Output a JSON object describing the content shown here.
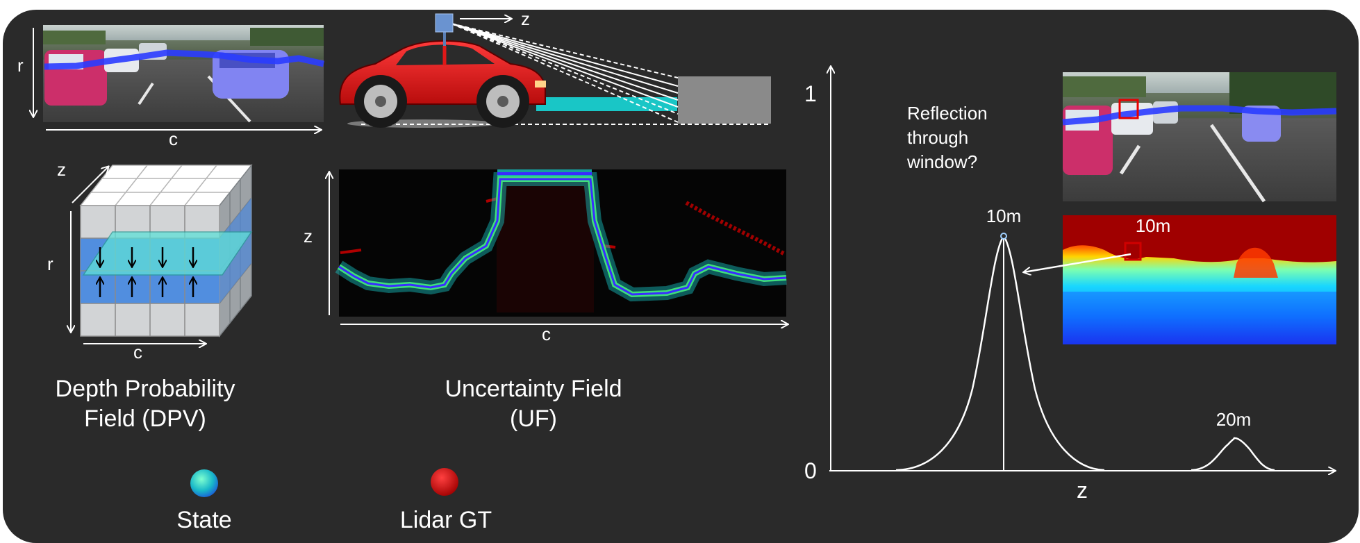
{
  "labels": {
    "r": "r",
    "c": "c",
    "z": "z"
  },
  "dpv": {
    "axis_r": "r",
    "axis_c": "c",
    "axis_z": "z",
    "title_line1": "Depth Probability",
    "title_line2": "Field (DPV)"
  },
  "uf": {
    "axis_z": "z",
    "axis_c": "c",
    "title_line1": "Uncertainty Field",
    "title_line2": "(UF)"
  },
  "legend": {
    "state": "State",
    "lidar": "Lidar GT"
  },
  "plot": {
    "y_top": "1",
    "y_bottom": "0",
    "x_label": "z",
    "peak1_label": "10m",
    "peak2_label": "20m",
    "annotation_line1": "Reflection",
    "annotation_line2": "through",
    "annotation_line3": "window?",
    "heatmap_label": "10m"
  },
  "colors": {
    "background": "#2a2a2a",
    "state_cyan": "#19c6c6",
    "lidar_red": "#d80000",
    "car_red": "#e01818",
    "heatmap_low": "#1a3cff",
    "heatmap_high": "#9a0000"
  }
}
